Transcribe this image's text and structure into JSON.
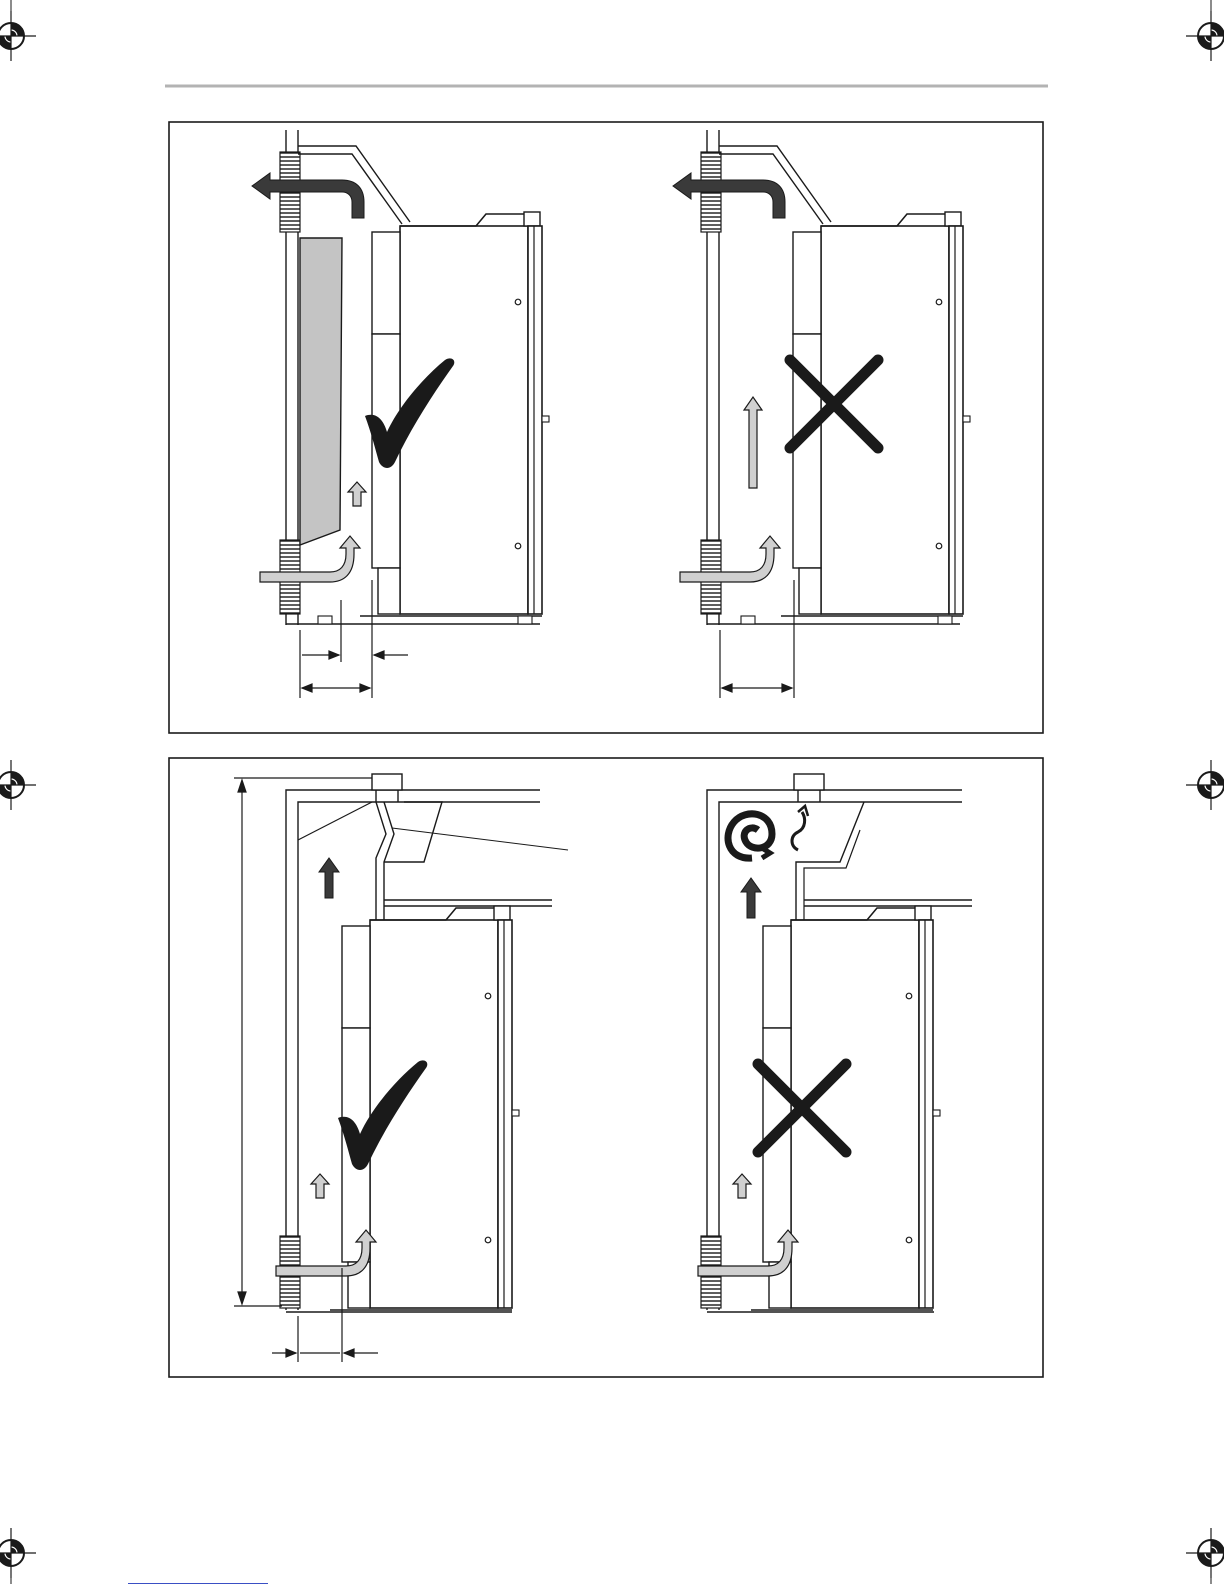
{
  "page": {
    "background": "#ffffff",
    "ink": "#1a1a1a",
    "header_rule_color": "#b3b3b3",
    "footer_rule_color": "#3a4fc4",
    "panel_fill_gray": "#c4c4c4",
    "arrow_fill_light": "#d0d0d0",
    "arrow_fill_dark": "#3a3a3a"
  },
  "figures": [
    {
      "id": "top-figure",
      "scenes": [
        {
          "id": "top-left",
          "verdict": "correct",
          "mark_icon": "checkmark-icon",
          "features": [
            "gray-panel",
            "exhaust-arrow",
            "intake-arrow",
            "small-up-arrow",
            "two-dimension-arrows"
          ]
        },
        {
          "id": "top-right",
          "verdict": "incorrect",
          "mark_icon": "cross-icon",
          "features": [
            "exhaust-arrow",
            "intake-arrow",
            "long-up-arrow",
            "one-dimension-arrow"
          ]
        }
      ]
    },
    {
      "id": "bottom-figure",
      "scenes": [
        {
          "id": "bottom-left",
          "verdict": "correct",
          "mark_icon": "checkmark-icon",
          "features": [
            "ceiling-vent",
            "deflector",
            "up-arrows",
            "height-dimension",
            "gap-dimension"
          ]
        },
        {
          "id": "bottom-right",
          "verdict": "incorrect",
          "mark_icon": "cross-icon",
          "features": [
            "ceiling-vent",
            "swirl-arrow",
            "up-arrows"
          ]
        }
      ]
    }
  ],
  "registration_marks": [
    "registration-mark-icon",
    "registration-mark-icon",
    "registration-mark-icon",
    "registration-mark-icon",
    "registration-mark-icon",
    "registration-mark-icon"
  ]
}
